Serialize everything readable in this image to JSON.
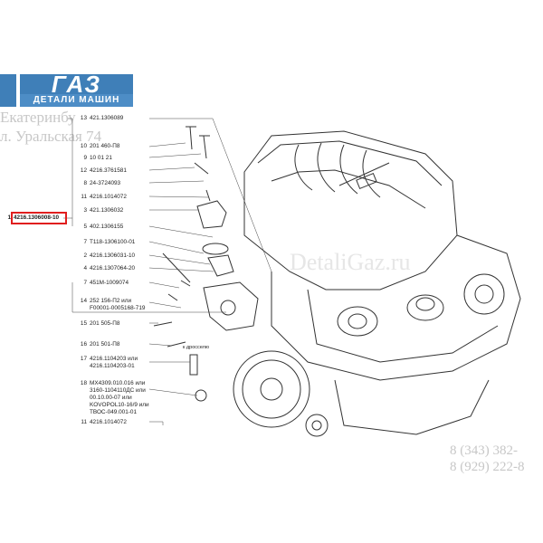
{
  "logo": {
    "brand": "ГАЗ",
    "tagline": "ДЕТАЛИ МАШИН"
  },
  "address": {
    "city": "Екатеринбу",
    "street": "л. Уральская 74"
  },
  "watermark": "DetaliGaz.ru",
  "phones": [
    "8 (343) 382-",
    "8 (929) 222-8"
  ],
  "parts": [
    {
      "num": "13",
      "code": "421.1306089"
    },
    {
      "num": "10",
      "code": "201 460-П8"
    },
    {
      "num": "9",
      "code": "10 01 21"
    },
    {
      "num": "12",
      "code": "4216.3761581"
    },
    {
      "num": "8",
      "code": "24-3724093"
    },
    {
      "num": "11",
      "code": "4216.1014072"
    },
    {
      "num": "3",
      "code": "421.1306032"
    },
    {
      "num": "1",
      "code": "4216.1306008-10"
    },
    {
      "num": "5",
      "code": "402.1306155"
    },
    {
      "num": "7",
      "code": "Т118-1306100-01"
    },
    {
      "num": "2",
      "code": "4216.1306031-10"
    },
    {
      "num": "4",
      "code": "4216.1307064-20"
    },
    {
      "num": "7",
      "code": "451М-1009074"
    },
    {
      "num": "14",
      "code": "252 156-П2 или",
      "code2": "F00001-0005168-719"
    },
    {
      "num": "15",
      "code": "201 505-П8"
    },
    {
      "num": "16",
      "code": "201 501-П8"
    },
    {
      "num": "17",
      "code": "4216.1104203 или",
      "code2": "4216.1104203-01"
    },
    {
      "num": "18",
      "code": "МХ4309.010.016 или",
      "code2": "3160-1104110ДС или",
      "code3": "00.10.00-07 или",
      "code4": "KOVOPOL10-16/9 или",
      "code5": "ТВОС-049.001-01"
    },
    {
      "num": "11",
      "code": "4216.1014072"
    }
  ],
  "note": "к дросселю"
}
